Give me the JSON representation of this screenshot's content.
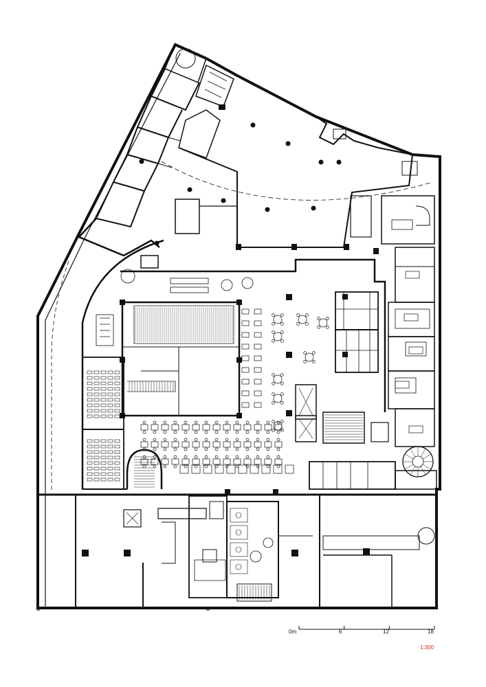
{
  "scale_bar": {
    "ticks": [
      {
        "label": "0m",
        "value": 0
      },
      {
        "label": "6",
        "value": 6
      },
      {
        "label": "12",
        "value": 12
      },
      {
        "label": "18",
        "value": 18
      }
    ],
    "ratio": "1:300",
    "ratio_color": "#d0251f"
  },
  "drawing": {
    "line_color": "#111111",
    "background": "#ffffff",
    "style": "architectural floor plan, black line drawing"
  }
}
